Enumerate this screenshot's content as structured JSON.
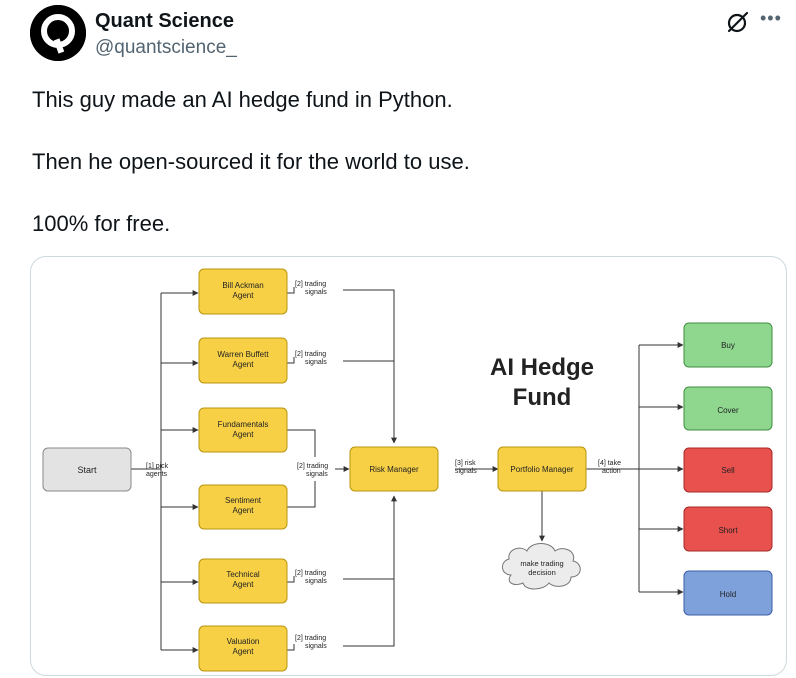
{
  "account": {
    "name": "Quant Science",
    "handle": "@quantscience_",
    "avatar_icon": "q-logo-icon"
  },
  "actions": {
    "grok_icon": "grok-icon",
    "more_icon": "more-icon"
  },
  "tweet": {
    "line1": "This guy made an AI hedge fund in Python.",
    "line2": "Then he open-sourced it for the world to use.",
    "line3": "100% for free."
  },
  "diagram": {
    "title_line1": "AI Hedge",
    "title_line2": "Fund",
    "start": "Start",
    "pick_agents_1": "[1] pick",
    "pick_agents_2": "agents",
    "agents": {
      "ackman_1": "Bill Ackman",
      "ackman_2": "Agent",
      "buffett_1": "Warren Buffett",
      "buffett_2": "Agent",
      "fundamentals_1": "Fundamentals",
      "fundamentals_2": "Agent",
      "sentiment_1": "Sentiment",
      "sentiment_2": "Agent",
      "technical_1": "Technical",
      "technical_2": "Agent",
      "valuation_1": "Valuation",
      "valuation_2": "Agent"
    },
    "trading_signals_1": "[2] trading",
    "trading_signals_2": "signals",
    "risk_manager": "Risk Manager",
    "risk_signals_1": "[3] risk",
    "risk_signals_2": "signals",
    "portfolio_manager": "Portfolio Manager",
    "take_action_1": "[4] take",
    "take_action_2": "action",
    "decision_1": "make trading",
    "decision_2": "decision",
    "actions": {
      "buy": "Buy",
      "cover": "Cover",
      "sell": "Sell",
      "short": "Short",
      "hold": "Hold"
    },
    "colors": {
      "agent_fill": "#f7d046",
      "agent_stroke": "#b8960f",
      "start_fill": "#e3e3e3",
      "buy_fill": "#8fd68f",
      "cover_fill": "#8fd68f",
      "sell_fill": "#e8514d",
      "short_fill": "#e8514d",
      "hold_fill": "#7fa1db"
    }
  }
}
